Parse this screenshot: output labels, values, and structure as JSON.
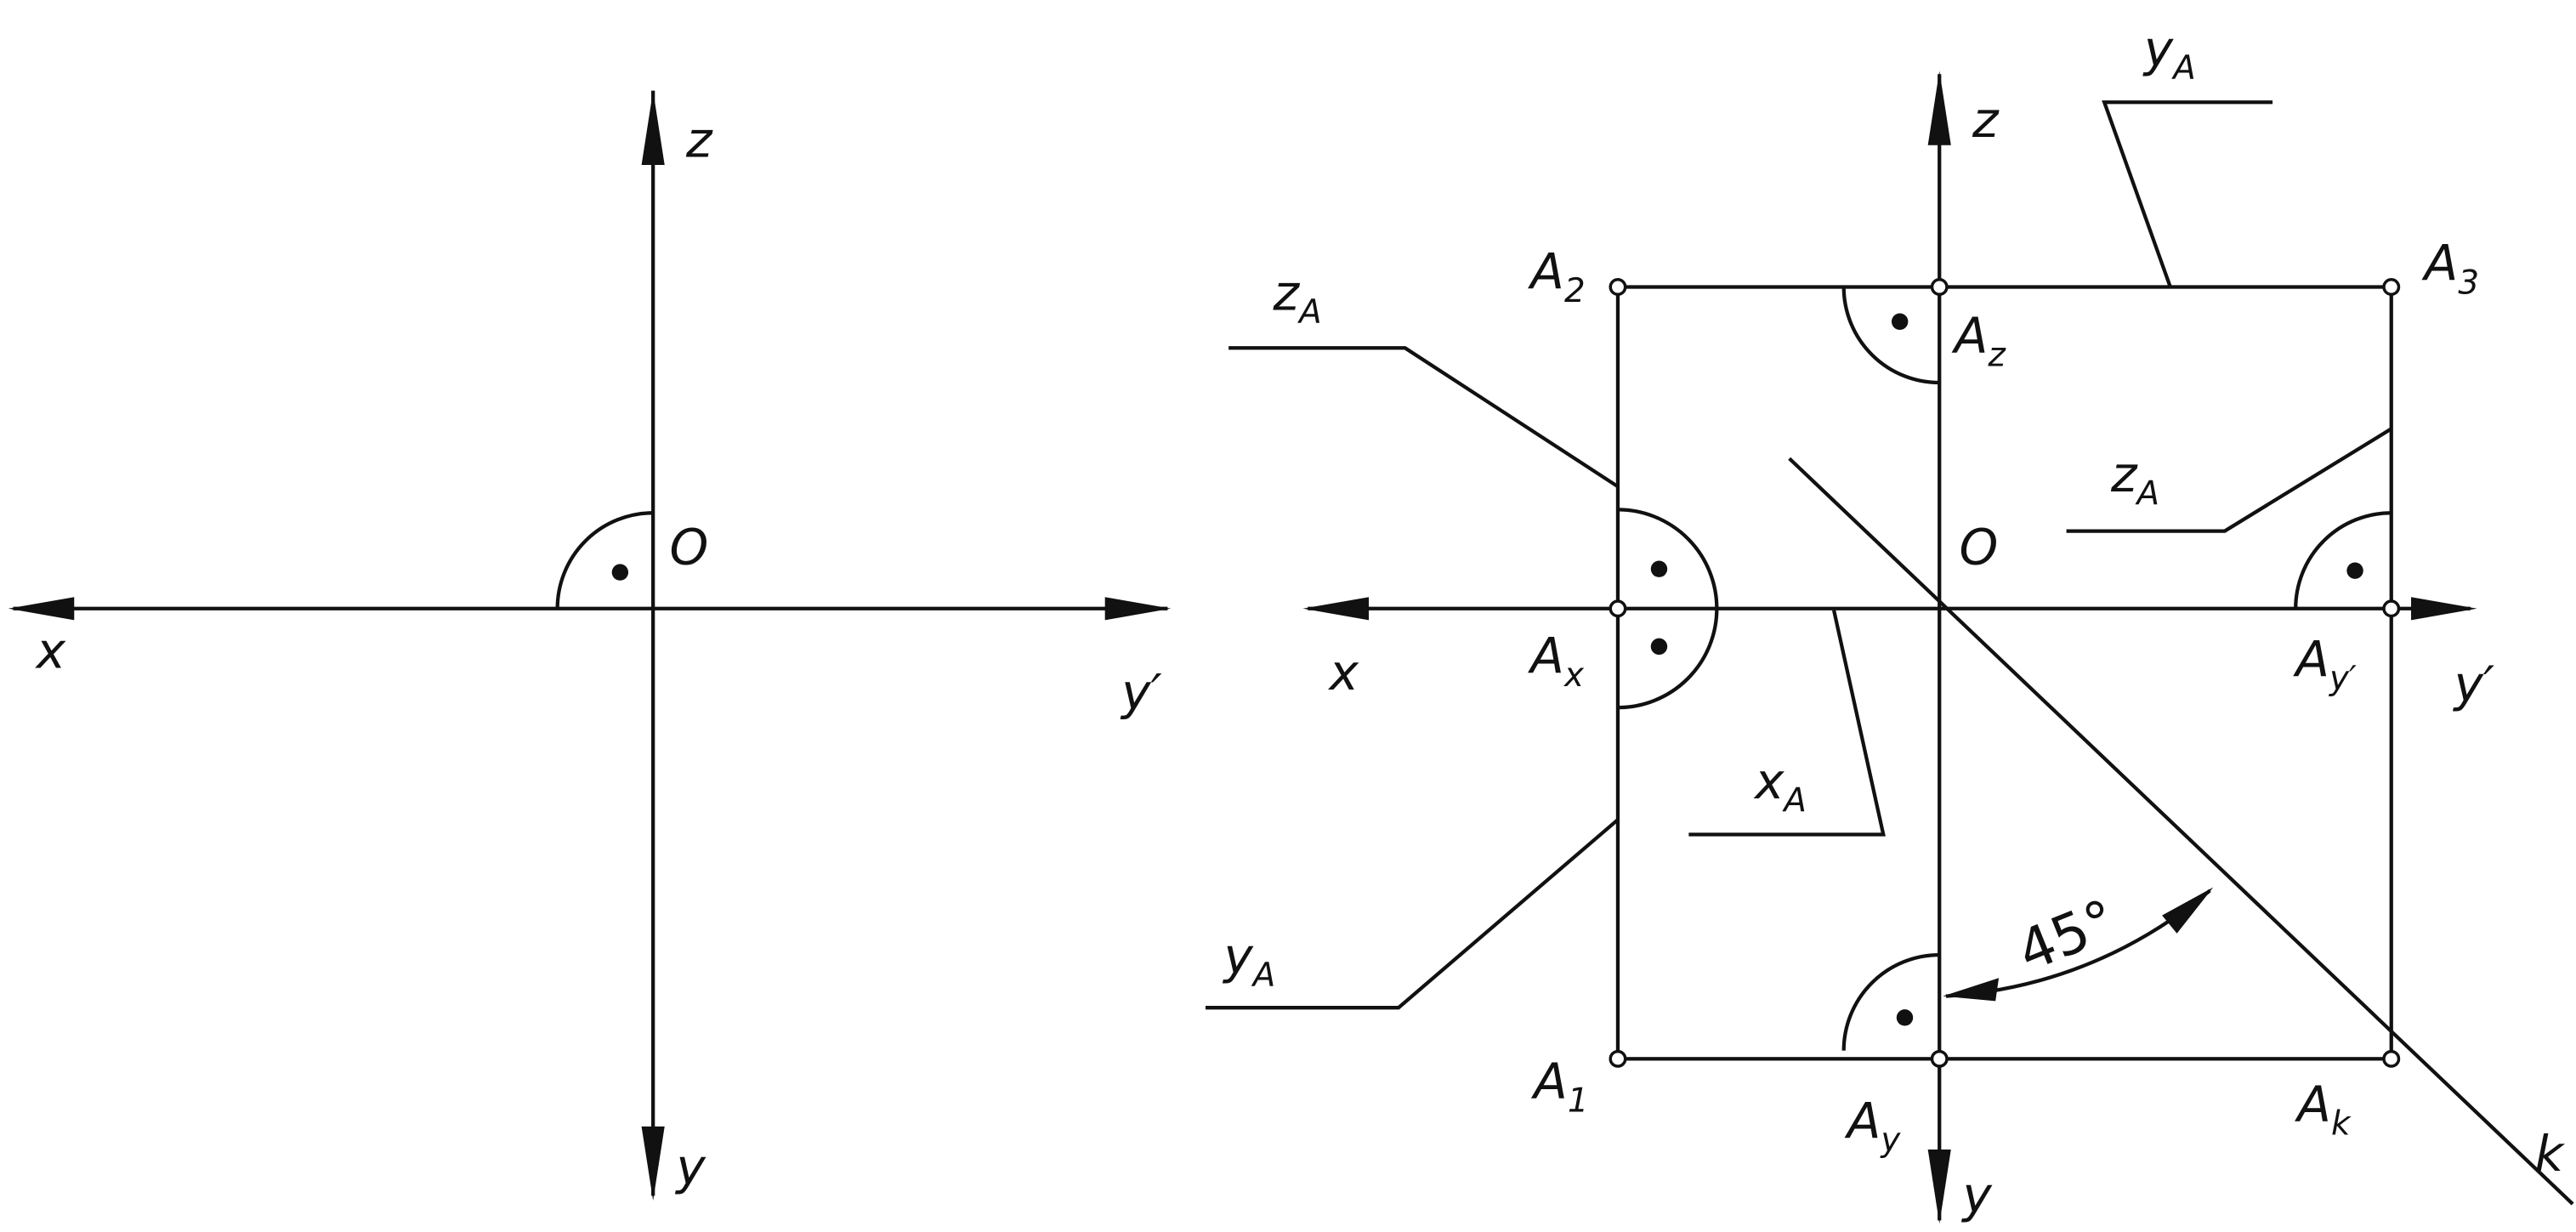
{
  "left_diagram": {
    "axis_x": "x",
    "axis_y_prime": "y′",
    "axis_z": "z",
    "axis_y": "y",
    "origin": "O"
  },
  "right_diagram": {
    "axis_x": "x",
    "axis_y_prime": "y′",
    "axis_z": "z",
    "axis_y": "y",
    "origin": "O",
    "line_k": "k",
    "angle": "45°",
    "points": {
      "A1": {
        "main": "A",
        "sub": "1"
      },
      "A2": {
        "main": "A",
        "sub": "2"
      },
      "A3": {
        "main": "A",
        "sub": "3"
      },
      "Ax": {
        "main": "A",
        "sub": "x"
      },
      "Ay": {
        "main": "A",
        "sub": "y"
      },
      "Az": {
        "main": "A",
        "sub": "z"
      },
      "Ayp": {
        "main": "A",
        "sub": "y′"
      },
      "Ak": {
        "main": "A",
        "sub": "k"
      }
    },
    "leaders": {
      "yA_top": {
        "main": "y",
        "sub": "A"
      },
      "zA_left": {
        "main": "z",
        "sub": "A"
      },
      "zA_right": {
        "main": "z",
        "sub": "A"
      },
      "xA": {
        "main": "x",
        "sub": "A"
      },
      "yA_bottom": {
        "main": "y",
        "sub": "A"
      }
    }
  }
}
